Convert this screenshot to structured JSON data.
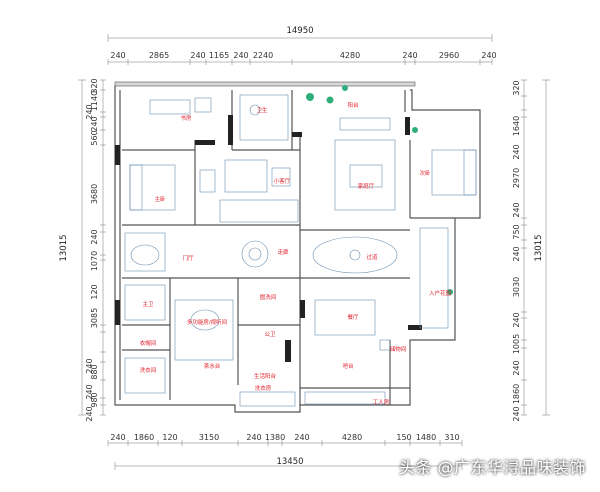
{
  "top_total": "14950",
  "top_dims": [
    "240",
    "2865",
    "240",
    "1165",
    "240",
    "2240",
    "4280",
    "240",
    "2960",
    "240"
  ],
  "bottom_dims": [
    "240",
    "1860",
    "120",
    "3150",
    "240",
    "1380",
    "240",
    "4280",
    "150",
    "1480",
    "310"
  ],
  "bottom_total": "13450",
  "left_total": "13015",
  "left_dims": [
    "240",
    "1140",
    "320",
    "240",
    "560",
    "3680",
    "240",
    "1070",
    "120",
    "3085",
    "240",
    "880",
    "240",
    "980",
    "240"
  ],
  "right_total": "13015",
  "right_dims": [
    "320",
    "1640",
    "240",
    "2970",
    "240",
    "750",
    "240",
    "3030",
    "240",
    "1005",
    "240",
    "1860",
    "240"
  ],
  "rooms": {
    "study": "书房",
    "master_bedroom": "主卧",
    "bathroom_top": "卫生",
    "small_hall": "小客厅",
    "balcony": "阳台",
    "living": "家庭厅",
    "bedroom_right": "次卧",
    "door_hall": "门厅",
    "hallway": "走廊",
    "corridor": "过道",
    "entrance": "入户花园",
    "master_bath": "主卫",
    "dressing": "衣帽间",
    "multi_room": "多功能房/视听间",
    "wash": "盥洗间",
    "guest_bath": "公卫",
    "dining": "餐厅",
    "laundry": "洗衣房",
    "shoe": "储物间",
    "tea": "茶水台",
    "kitchen_side": "生活阳台",
    "bar": "吧台",
    "utility": "洗衣间",
    "service_balcony": "工人房"
  },
  "watermark": "头条 @广东华浔品味装饰"
}
